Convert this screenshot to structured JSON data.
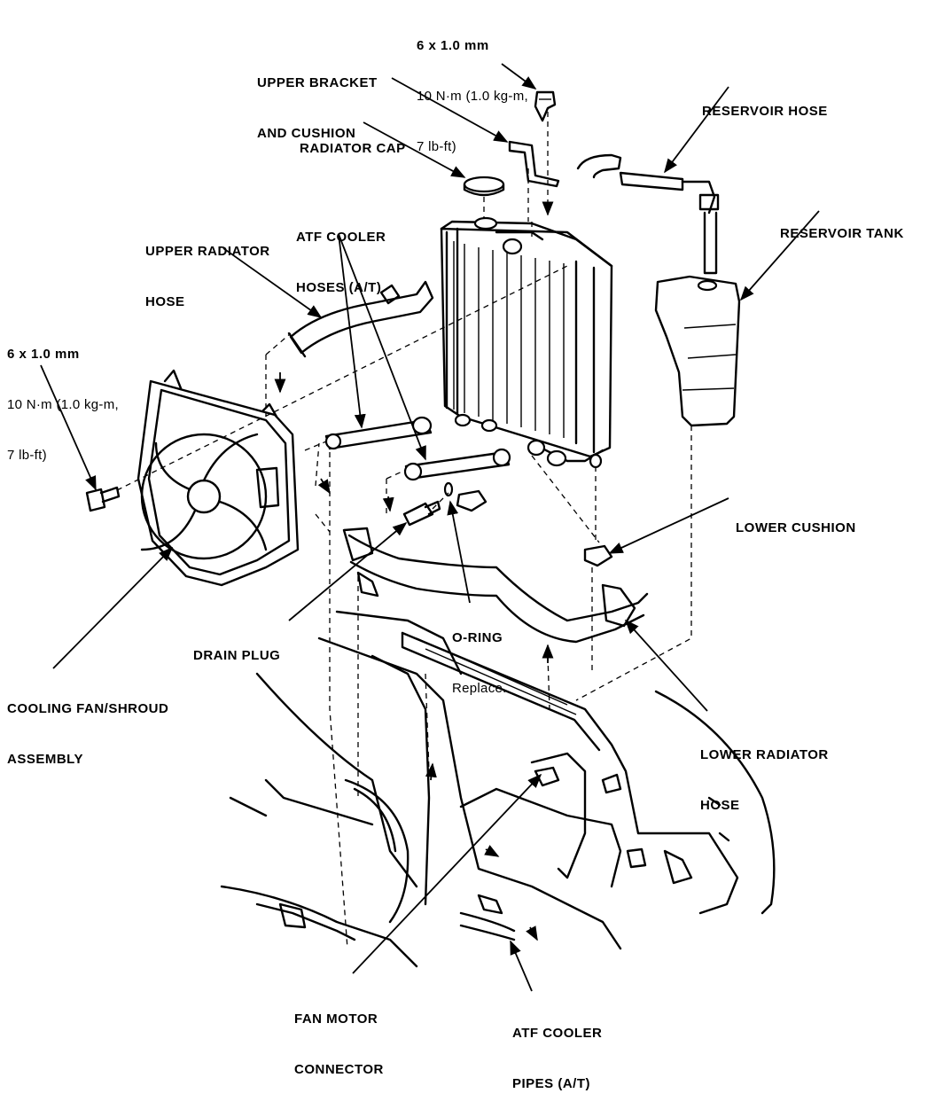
{
  "labels": {
    "bolt_top": [
      "6 x 1.0 mm",
      "10 N·m (1.0 kg-m,",
      "7 lb-ft)"
    ],
    "upper_bracket": [
      "UPPER BRACKET",
      "AND CUSHION"
    ],
    "reservoir_hose": [
      "RESERVOIR HOSE"
    ],
    "radiator_cap": [
      "RADIATOR CAP"
    ],
    "reservoir_tank": [
      "RESERVOIR TANK"
    ],
    "atf_cooler_hoses": [
      "ATF COOLER",
      "HOSES (A/T)"
    ],
    "upper_radiator_hose": [
      "UPPER RADIATOR",
      "HOSE"
    ],
    "bolt_left": [
      "6 x 1.0 mm",
      "10 N·m (1.0 kg-m,",
      "7 lb-ft)"
    ],
    "lower_cushion": [
      "LOWER CUSHION"
    ],
    "o_ring": [
      "O-RING"
    ],
    "o_ring_note": "Replace.",
    "drain_plug": [
      "DRAIN PLUG"
    ],
    "cooling_fan": [
      "COOLING FAN/SHROUD",
      "ASSEMBLY"
    ],
    "lower_radiator_hose": [
      "LOWER RADIATOR",
      "HOSE"
    ],
    "fan_motor_connector": [
      "FAN MOTOR",
      "CONNECTOR"
    ],
    "atf_cooler_pipes": [
      "ATF COOLER",
      "PIPES (A/T)"
    ]
  }
}
